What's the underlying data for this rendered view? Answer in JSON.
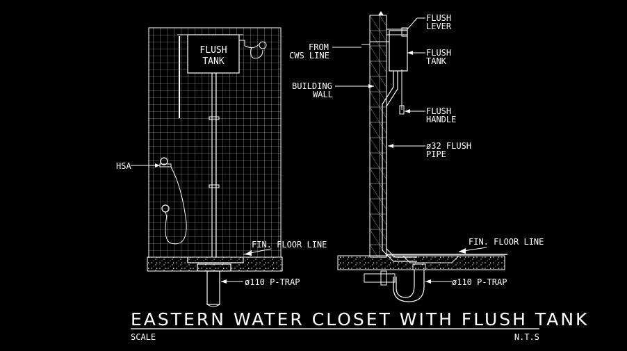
{
  "drawing": {
    "title": "EASTERN WATER CLOSET WITH FLUSH TANK",
    "scale_label": "SCALE",
    "scale_value": "N.T.S",
    "colors": {
      "background": "#000000",
      "linework": "#ffffff",
      "grid": "#cfcfcf"
    }
  },
  "front_elevation": {
    "tank_line1": "FLUSH",
    "tank_line2": "TANK",
    "hsa_label": "HSA",
    "floor_label": "FIN.  FLOOR LINE",
    "trap_label": "ø110 P-TRAP"
  },
  "section": {
    "flush_lever_1": "FLUSH",
    "flush_lever_2": "LEVER",
    "from_cws_1": "FROM",
    "from_cws_2": "CWS LINE",
    "flush_tank_1": "FLUSH",
    "flush_tank_2": "TANK",
    "building_wall_1": "BUILDING",
    "building_wall_2": "WALL",
    "flush_handle_1": "FLUSH",
    "flush_handle_2": "HANDLE",
    "flush_pipe_1": "ø32 FLUSH",
    "flush_pipe_2": "PIPE",
    "floor_label": "FIN.  FLOOR LINE",
    "trap_label": "ø110 P-TRAP"
  }
}
